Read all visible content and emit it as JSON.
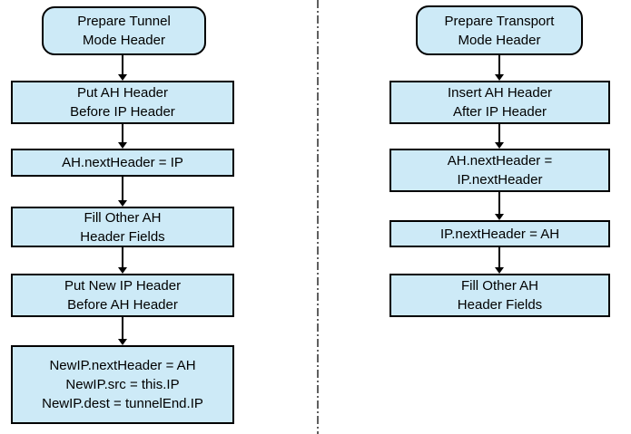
{
  "theme": {
    "background": "#ffffff",
    "node_fill": "#cdeaf7",
    "node_border": "#000000",
    "node_text": "#000000",
    "arrow_color": "#000000",
    "divider_color": "#5f5f5f"
  },
  "flowcharts": [
    {
      "nodes": [
        {
          "type": "start",
          "label": "Prepare Tunnel\nMode Header"
        },
        {
          "type": "process",
          "label": "Put AH Header\nBefore IP Header"
        },
        {
          "type": "process",
          "label": "AH.nextHeader = IP"
        },
        {
          "type": "process",
          "label": "Fill Other AH\nHeader Fields"
        },
        {
          "type": "process",
          "label": "Put New IP Header\nBefore AH Header"
        },
        {
          "type": "process",
          "label": "NewIP.nextHeader = AH\nNewIP.src = this.IP\nNewIP.dest = tunnelEnd.IP"
        }
      ]
    },
    {
      "nodes": [
        {
          "type": "start",
          "label": "Prepare Transport\nMode Header"
        },
        {
          "type": "process",
          "label": "Insert AH Header\nAfter IP Header"
        },
        {
          "type": "process",
          "label": "AH.nextHeader =\nIP.nextHeader"
        },
        {
          "type": "process",
          "label": "IP.nextHeader = AH"
        },
        {
          "type": "process",
          "label": "Fill Other AH\nHeader Fields"
        }
      ]
    }
  ]
}
